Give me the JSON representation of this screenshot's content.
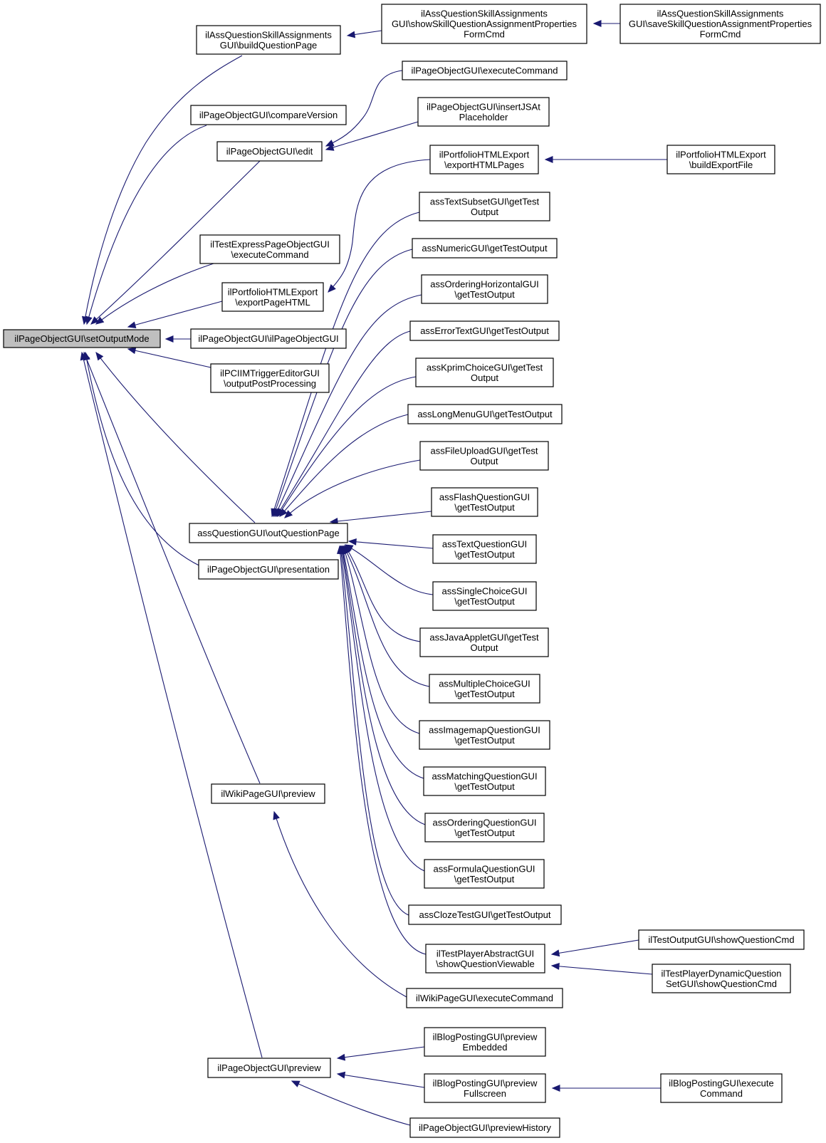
{
  "diagram": {
    "nodes": [
      {
        "id": "n_root",
        "lines": [
          "ilPageObjectGUI\\setOutputMode"
        ],
        "root": true
      },
      {
        "id": "n_skill_build",
        "lines": [
          "ilAssQuestionSkillAssignments",
          "GUI\\buildQuestionPage"
        ]
      },
      {
        "id": "n_skill_show",
        "lines": [
          "ilAssQuestionSkillAssignments",
          "GUI\\showSkillQuestionAssignmentProperties",
          "FormCmd"
        ]
      },
      {
        "id": "n_skill_save",
        "lines": [
          "ilAssQuestionSkillAssignments",
          "GUI\\saveSkillQuestionAssignmentProperties",
          "FormCmd"
        ]
      },
      {
        "id": "n_compare",
        "lines": [
          "ilPageObjectGUI\\compareVersion"
        ]
      },
      {
        "id": "n_edit",
        "lines": [
          "ilPageObjectGUI\\edit"
        ]
      },
      {
        "id": "n_pog_exec",
        "lines": [
          "ilPageObjectGUI\\executeCommand"
        ]
      },
      {
        "id": "n_insert_js",
        "lines": [
          "ilPageObjectGUI\\insertJSAt",
          "Placeholder"
        ]
      },
      {
        "id": "n_test_express",
        "lines": [
          "ilTestExpressPageObjectGUI",
          "\\executeCommand"
        ]
      },
      {
        "id": "n_port_page",
        "lines": [
          "ilPortfolioHTMLExport",
          "\\exportPageHTML"
        ]
      },
      {
        "id": "n_port_pages",
        "lines": [
          "ilPortfolioHTMLExport",
          "\\exportHTMLPages"
        ]
      },
      {
        "id": "n_port_build",
        "lines": [
          "ilPortfolioHTMLExport",
          "\\buildExportFile"
        ]
      },
      {
        "id": "n_ctor",
        "lines": [
          "ilPageObjectGUI\\ilPageObjectGUI"
        ]
      },
      {
        "id": "n_pcii",
        "lines": [
          "ilPCIIMTriggerEditorGUI",
          "\\outputPostProcessing"
        ]
      },
      {
        "id": "n_outq",
        "lines": [
          "assQuestionGUI\\outQuestionPage"
        ]
      },
      {
        "id": "n_presentation",
        "lines": [
          "ilPageObjectGUI\\presentation"
        ]
      },
      {
        "id": "n_wiki_preview",
        "lines": [
          "ilWikiPageGUI\\preview"
        ]
      },
      {
        "id": "n_pog_preview",
        "lines": [
          "ilPageObjectGUI\\preview"
        ]
      },
      {
        "id": "n_textsubset",
        "lines": [
          "assTextSubsetGUI\\getTest",
          "Output"
        ]
      },
      {
        "id": "n_numeric",
        "lines": [
          "assNumericGUI\\getTestOutput"
        ]
      },
      {
        "id": "n_orderh",
        "lines": [
          "assOrderingHorizontalGUI",
          "\\getTestOutput"
        ]
      },
      {
        "id": "n_errortext",
        "lines": [
          "assErrorTextGUI\\getTestOutput"
        ]
      },
      {
        "id": "n_kprim",
        "lines": [
          "assKprimChoiceGUI\\getTest",
          "Output"
        ]
      },
      {
        "id": "n_longmenu",
        "lines": [
          "assLongMenuGUI\\getTestOutput"
        ]
      },
      {
        "id": "n_fileupload",
        "lines": [
          "assFileUploadGUI\\getTest",
          "Output"
        ]
      },
      {
        "id": "n_flash",
        "lines": [
          "assFlashQuestionGUI",
          "\\getTestOutput"
        ]
      },
      {
        "id": "n_textq",
        "lines": [
          "assTextQuestionGUI",
          "\\getTestOutput"
        ]
      },
      {
        "id": "n_single",
        "lines": [
          "assSingleChoiceGUI",
          "\\getTestOutput"
        ]
      },
      {
        "id": "n_java",
        "lines": [
          "assJavaAppletGUI\\getTest",
          "Output"
        ]
      },
      {
        "id": "n_multiple",
        "lines": [
          "assMultipleChoiceGUI",
          "\\getTestOutput"
        ]
      },
      {
        "id": "n_imagemap",
        "lines": [
          "assImagemapQuestionGUI",
          "\\getTestOutput"
        ]
      },
      {
        "id": "n_matching",
        "lines": [
          "assMatchingQuestionGUI",
          "\\getTestOutput"
        ]
      },
      {
        "id": "n_orderingq",
        "lines": [
          "assOrderingQuestionGUI",
          "\\getTestOutput"
        ]
      },
      {
        "id": "n_formula",
        "lines": [
          "assFormulaQuestionGUI",
          "\\getTestOutput"
        ]
      },
      {
        "id": "n_cloze",
        "lines": [
          "assClozeTestGUI\\getTestOutput"
        ]
      },
      {
        "id": "n_tp_abstract",
        "lines": [
          "ilTestPlayerAbstractGUI",
          "\\showQuestionViewable"
        ]
      },
      {
        "id": "n_test_output",
        "lines": [
          "ilTestOutputGUI\\showQuestionCmd"
        ]
      },
      {
        "id": "n_tp_dynamic",
        "lines": [
          "ilTestPlayerDynamicQuestion",
          "SetGUI\\showQuestionCmd"
        ]
      },
      {
        "id": "n_wiki_exec",
        "lines": [
          "ilWikiPageGUI\\executeCommand"
        ]
      },
      {
        "id": "n_blog_embedded",
        "lines": [
          "ilBlogPostingGUI\\preview",
          "Embedded"
        ]
      },
      {
        "id": "n_blog_full",
        "lines": [
          "ilBlogPostingGUI\\preview",
          "Fullscreen"
        ]
      },
      {
        "id": "n_blog_exec",
        "lines": [
          "ilBlogPostingGUI\\execute",
          "Command"
        ]
      },
      {
        "id": "n_pog_history",
        "lines": [
          "ilPageObjectGUI\\previewHistory"
        ]
      }
    ]
  }
}
